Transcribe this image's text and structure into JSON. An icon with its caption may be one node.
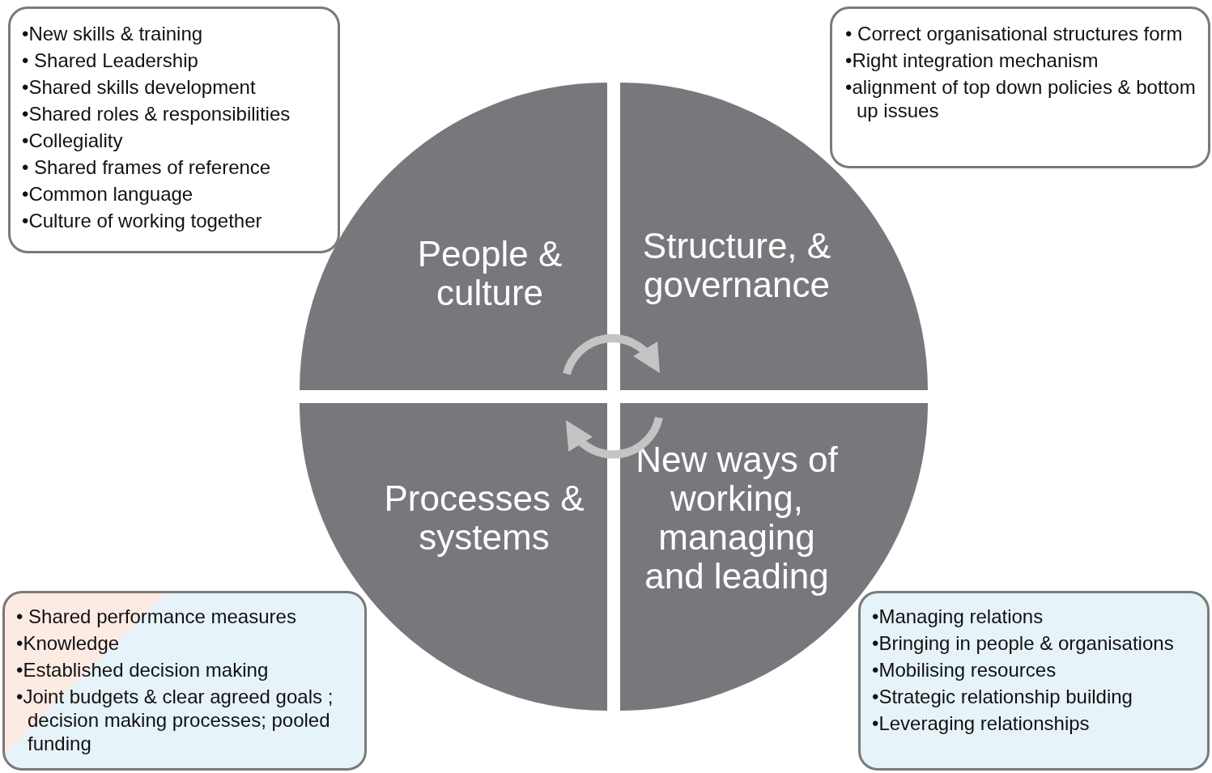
{
  "diagram": {
    "nodes": [
      {
        "text": [
          "•New skills  & training",
          "• Shared Leadership",
          "•Shared skills development",
          "•Shared roles & responsibilities",
          "•Collegiality",
          "• Shared frames of reference",
          "•Common language",
          "•Culture of working together"
        ]
      },
      {
        "text": [
          "• Correct organisational structures form",
          "•Right integration mechanism",
          "•alignment of top down policies & bottom up issues"
        ]
      },
      {
        "text": [
          "People & culture"
        ]
      },
      {
        "text": [
          "Structure, & governance"
        ]
      },
      {
        "text": [
          "Processes & systems"
        ]
      },
      {
        "text": [
          "New ways of working, managing and leading"
        ]
      },
      {
        "text": [
          "• Shared performance measures",
          "•Knowledge",
          "•Established decision making",
          "•Joint budgets & clear  agreed goals ; decision making processes; pooled funding"
        ]
      },
      {
        "text": [
          "•Managing relations",
          "•Bringing in people & organisations",
          "•Mobilising resources",
          "•Strategic relationship building",
          "•Leveraging relationships"
        ]
      }
    ],
    "edges": [
      {
        "from": 2,
        "to": 3,
        "arrow": "to"
      },
      {
        "from": 5,
        "to": 4,
        "arrow": "to"
      }
    ]
  }
}
